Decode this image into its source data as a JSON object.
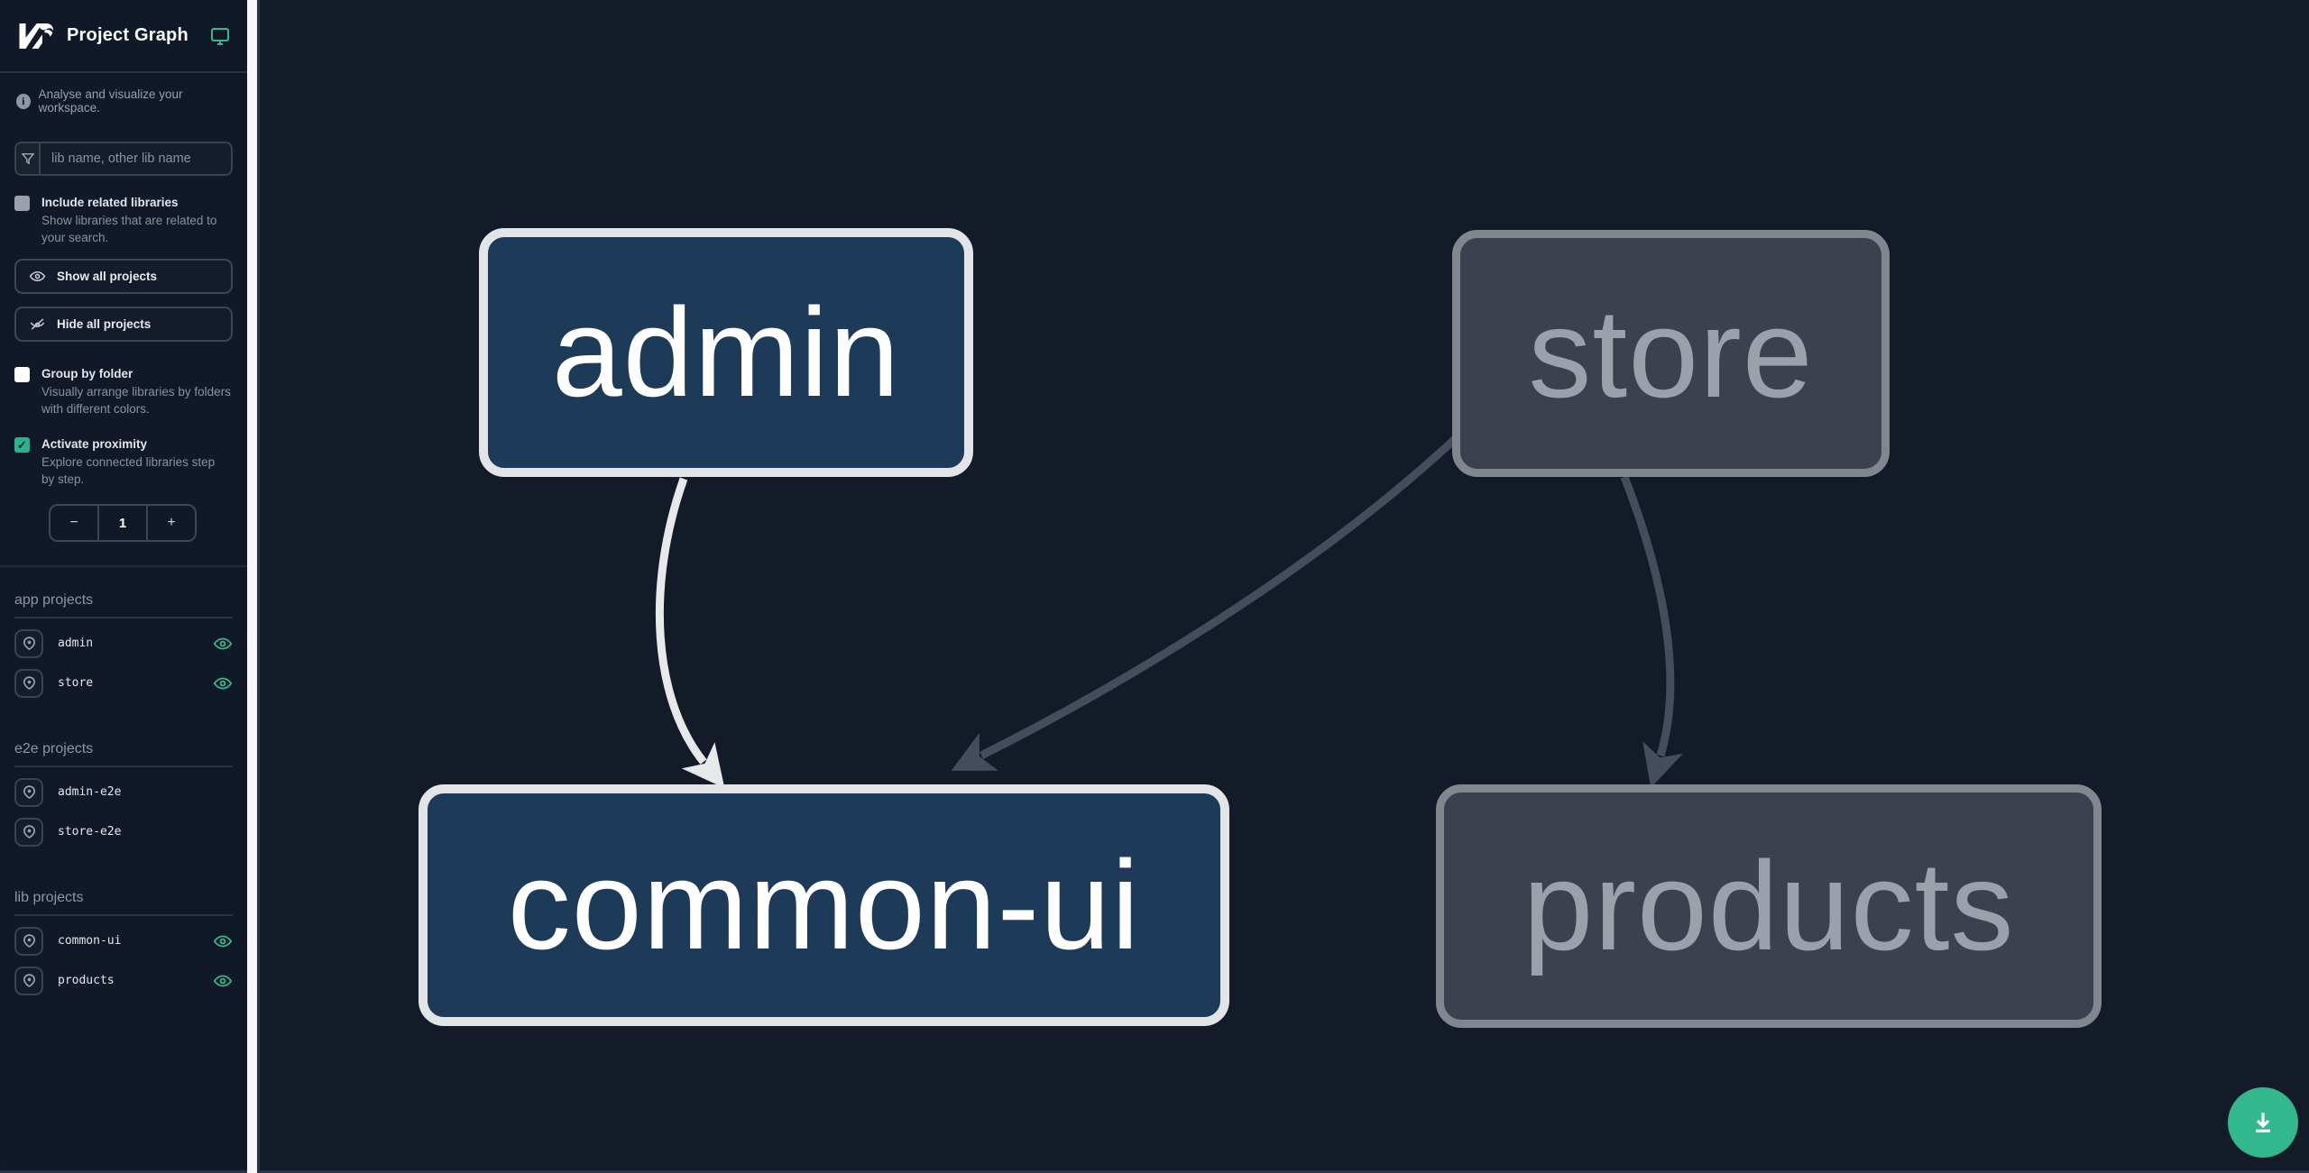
{
  "header": {
    "logo": "Nx",
    "title": "Project Graph"
  },
  "subtitle": "Analyse and visualize your workspace.",
  "filter": {
    "placeholder": "lib name, other lib name"
  },
  "toggles": [
    {
      "label": "Include related libraries",
      "description": "Show libraries that are related to your search.",
      "checked": false,
      "check_glyph": ""
    },
    {
      "label": "Group by folder",
      "description": "Visually arrange libraries by folders with different colors.",
      "checked": false,
      "check_glyph": ""
    },
    {
      "label": "Activate proximity",
      "description": "Explore connected libraries step by step.",
      "checked": true,
      "check_glyph": "✓"
    }
  ],
  "actions": {
    "show_all": "Show all projects",
    "hide_all": "Hide all projects"
  },
  "proximity_stepper": {
    "decrement": "−",
    "value": "1",
    "increment": "+"
  },
  "project_sections": [
    {
      "heading": "app projects",
      "items": [
        {
          "name": "admin",
          "visible": true
        },
        {
          "name": "store",
          "visible": true
        }
      ]
    },
    {
      "heading": "e2e projects",
      "items": [
        {
          "name": "admin-e2e",
          "visible": false
        },
        {
          "name": "store-e2e",
          "visible": false
        }
      ]
    },
    {
      "heading": "lib projects",
      "items": [
        {
          "name": "common-ui",
          "visible": true
        },
        {
          "name": "products",
          "visible": true
        }
      ]
    }
  ],
  "graph": {
    "nodes": [
      {
        "label": "admin",
        "state": "focused"
      },
      {
        "label": "store",
        "state": "dimmed"
      },
      {
        "label": "common-ui",
        "state": "focused"
      },
      {
        "label": "products",
        "state": "dimmed"
      }
    ],
    "edges": [
      {
        "from": "admin",
        "to": "common-ui",
        "state": "focused"
      },
      {
        "from": "store",
        "to": "common-ui",
        "state": "dimmed"
      },
      {
        "from": "store",
        "to": "products",
        "state": "dimmed"
      }
    ]
  },
  "fab": {
    "icon": "download-icon"
  },
  "colors": {
    "accent": "#34b98c",
    "sidebar_bg": "#111827",
    "canvas_bg": "#131a28",
    "node_focused_bg": "#1d3a58",
    "node_focused_border": "#e2e4e7",
    "node_dimmed_bg": "#3b414e",
    "node_dimmed_border": "#81868f",
    "edge_focused": "#e7e8ea",
    "edge_dimmed": "#454c5b"
  }
}
